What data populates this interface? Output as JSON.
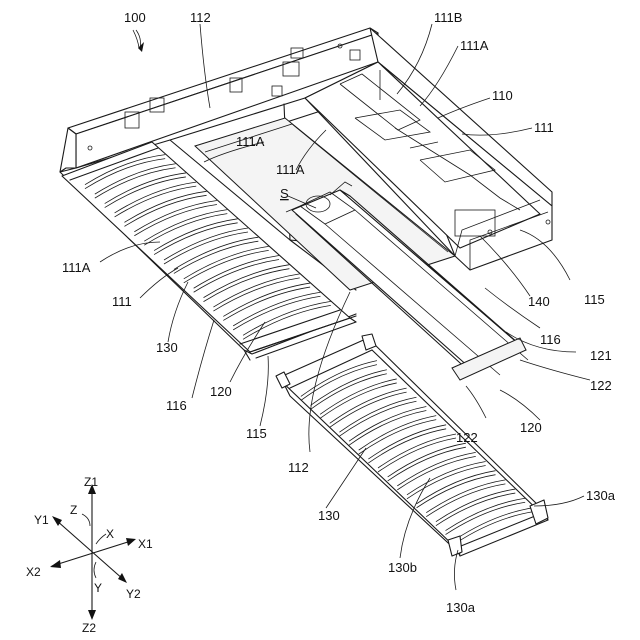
{
  "figure": {
    "labels": {
      "l100": "100",
      "l112a": "112",
      "l111B": "111B",
      "l111A_tr": "111A",
      "l110": "110",
      "l111_r": "111",
      "l111A_mid": "111A",
      "l111A_c": "111A",
      "lS": "S",
      "l111A_l": "111A",
      "l111_l": "111",
      "l130a_top": "130",
      "l116_l": "116",
      "l120_l": "120",
      "l115_l": "115",
      "l140": "140",
      "l115_r": "115",
      "l116_r": "116",
      "l121": "121",
      "l122_r": "122",
      "l120_r": "120",
      "l122_m": "122",
      "l112b": "112",
      "l130_b": "130",
      "l130a_r": "130a",
      "l130b": "130b",
      "l130a_b": "130a"
    },
    "axes": {
      "Z1": "Z1",
      "Z2": "Z2",
      "X1": "X1",
      "X2": "X2",
      "Y1": "Y1",
      "Y2": "Y2",
      "Z": "Z",
      "X": "X",
      "Y": "Y"
    }
  }
}
